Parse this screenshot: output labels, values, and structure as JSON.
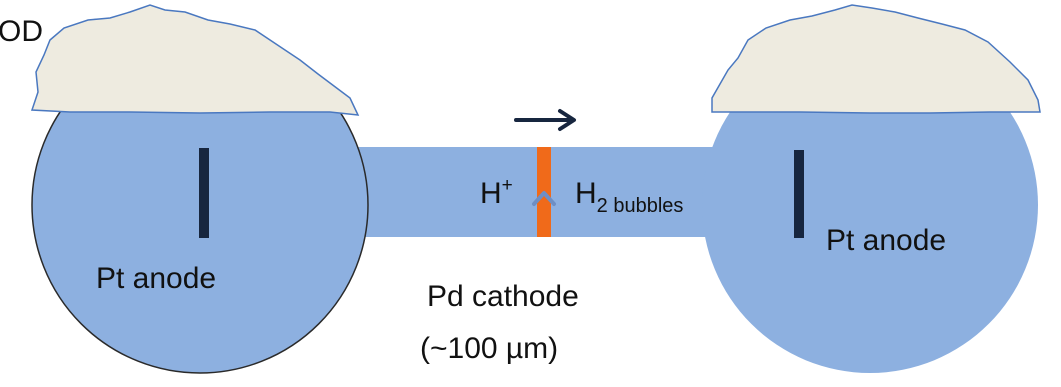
{
  "labels": {
    "corner": "OD",
    "left_anode": "Pt anode",
    "right_anode": "Pt anode",
    "proton": "H",
    "proton_sup": "+",
    "h2": "H",
    "h2_sub": "2 bubbles",
    "cathode": "Pd cathode",
    "cathode_size": "(~100 µm)"
  },
  "colors": {
    "electrolyte": "#8DB0E0",
    "outline": "#2A2A2A",
    "cap": "#EEEBE0",
    "cap_outline": "#4A78C0",
    "electrode": "#17263F",
    "cathode": "#F06A1A",
    "arrow": "#17263F",
    "h_arrow": "#6E8FC5"
  }
}
